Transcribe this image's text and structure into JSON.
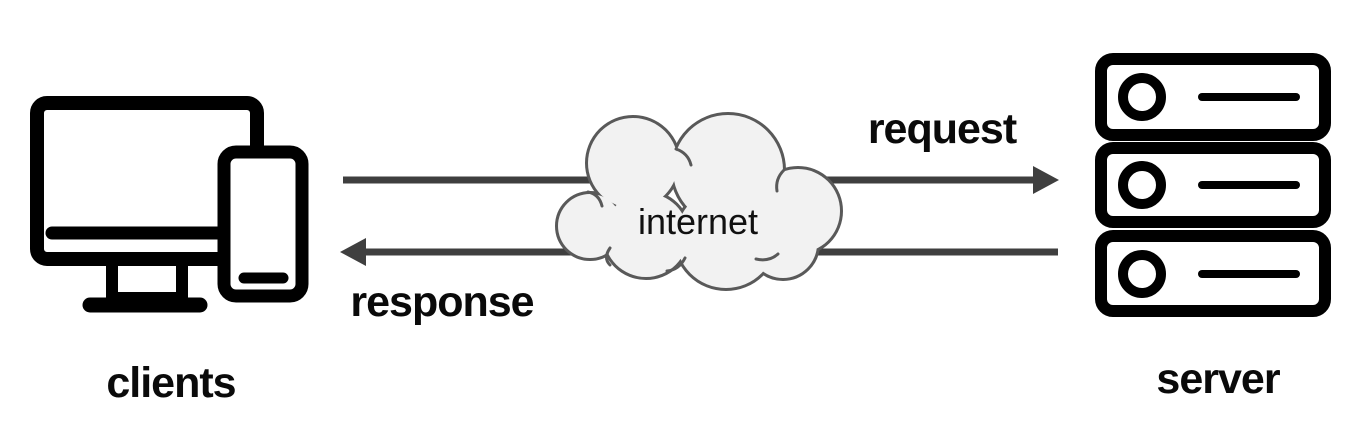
{
  "diagram": {
    "background": "#ffffff",
    "nodes": [
      {
        "id": "clients",
        "label": "clients",
        "icon": "desktop-and-phone-icon"
      },
      {
        "id": "internet",
        "label": "internet",
        "icon": "cloud-shape"
      },
      {
        "id": "server",
        "label": "server",
        "icon": "server-stack-icon"
      }
    ],
    "edges": [
      {
        "id": "request",
        "label": "request",
        "from": "clients",
        "to": "server",
        "direction": "right"
      },
      {
        "id": "response",
        "label": "response",
        "from": "server",
        "to": "clients",
        "direction": "left"
      }
    ],
    "colors": {
      "arrow": "#3f3f3f",
      "icon_stroke": "#000000",
      "cloud_fill": "#f2f2f2",
      "cloud_stroke": "#595959",
      "label_text": "#0a0a0a"
    }
  }
}
